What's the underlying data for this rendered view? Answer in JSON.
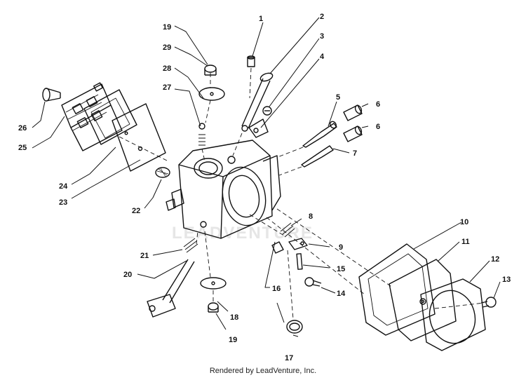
{
  "footer": {
    "text": "Rendered by LeadVenture, Inc."
  },
  "watermark": "LEADVENTURE",
  "callouts": [
    "1",
    "2",
    "3",
    "4",
    "5",
    "6",
    "6",
    "7",
    "8",
    "9",
    "10",
    "11",
    "12",
    "13",
    "14",
    "15",
    "16",
    "17",
    "18",
    "19",
    "19",
    "20",
    "21",
    "22",
    "23",
    "24",
    "25",
    "26",
    "27",
    "28",
    "29"
  ]
}
